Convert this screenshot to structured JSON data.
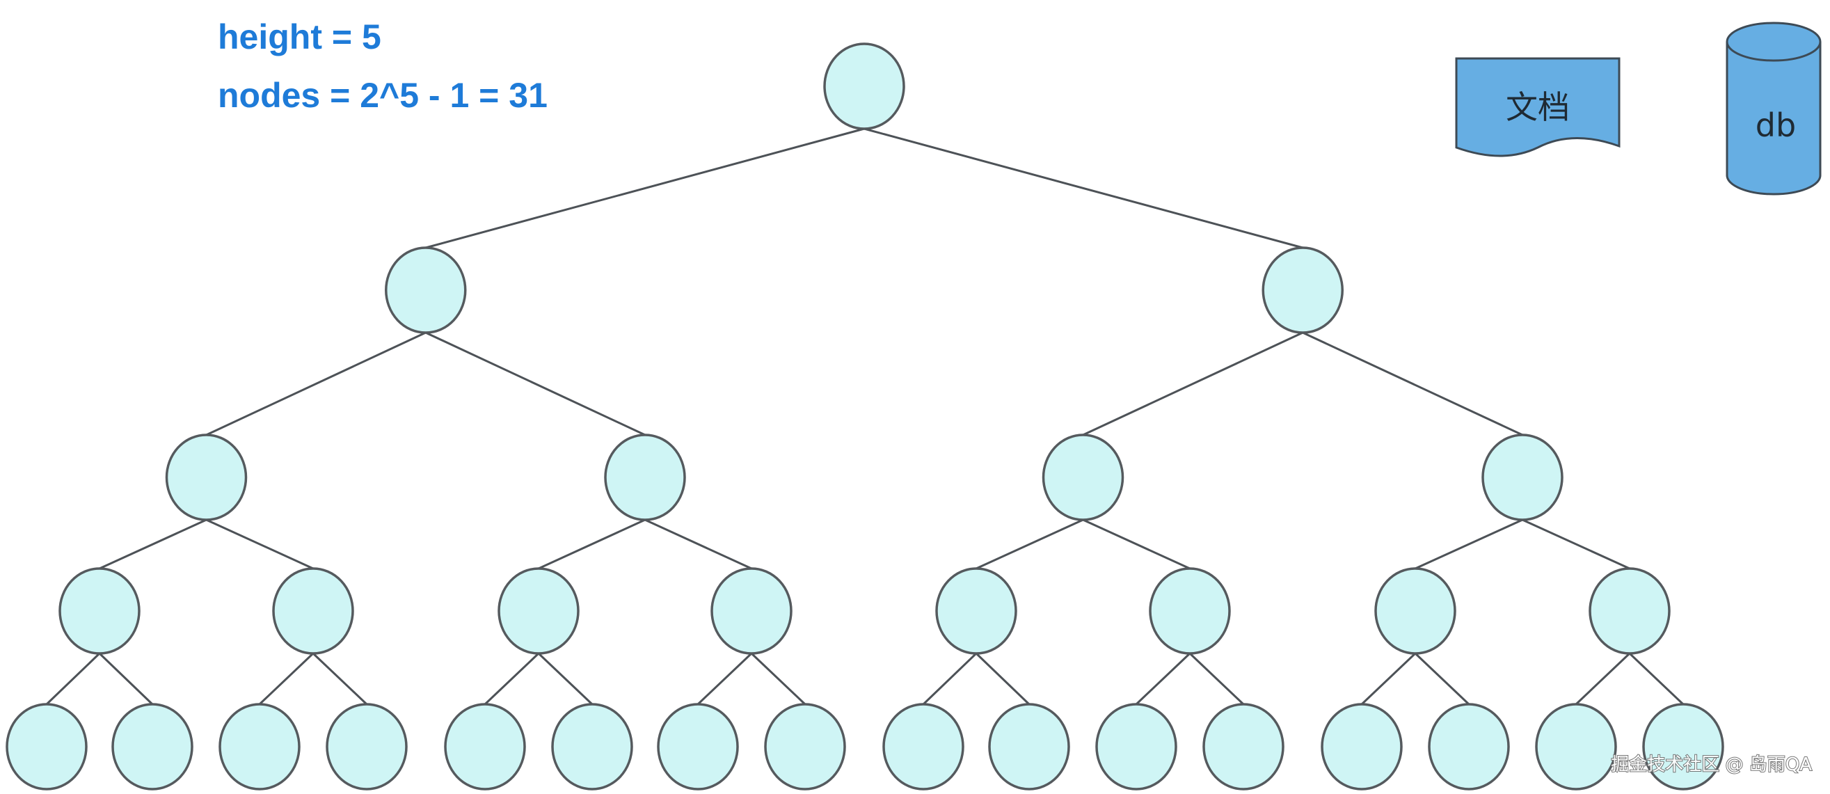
{
  "info": {
    "height_line": "height = 5",
    "nodes_line": "nodes = 2^5 - 1 = 31"
  },
  "tree": {
    "height": 5,
    "node_count": 31
  },
  "shapes": {
    "document_label": "文档",
    "database_label": "db"
  },
  "watermark": "掘金技术社区 @ 岛雨QA",
  "colors": {
    "node_fill": "#cff5f5",
    "node_stroke": "#555a5e",
    "edge": "#4d5257",
    "info_text": "#1e7bd8",
    "shape_fill": "#66aee3",
    "shape_stroke": "#3d4a55"
  }
}
